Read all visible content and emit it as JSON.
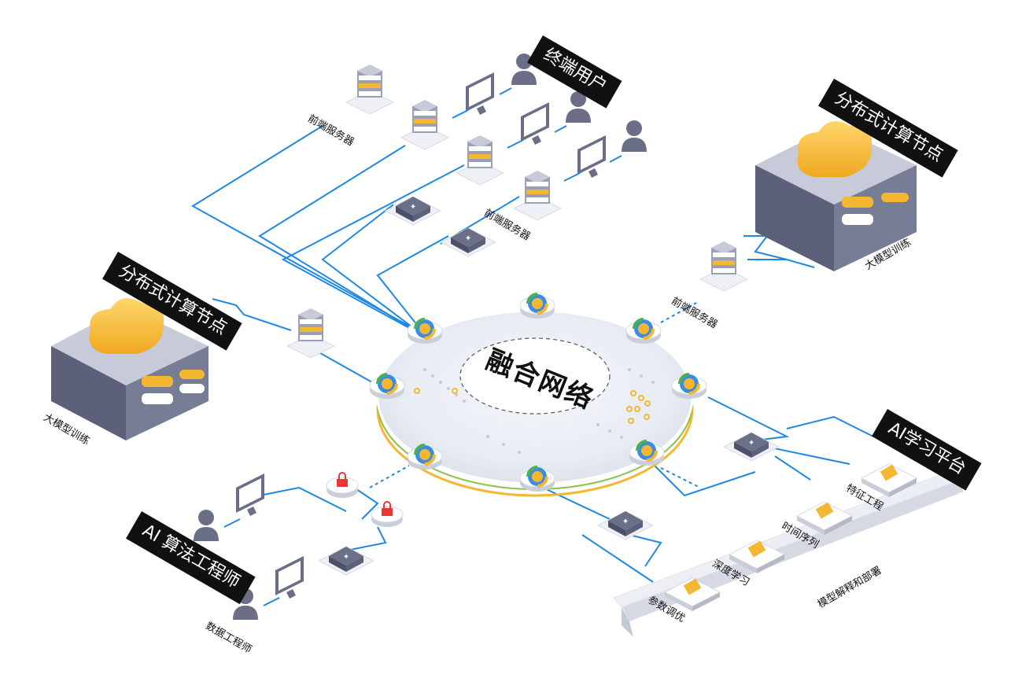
{
  "center": {
    "title": "融合网络"
  },
  "tags": {
    "end_users": "终端用户",
    "dist_compute_right": "分布式计算节点",
    "dist_compute_left": "分布式计算节点",
    "ai_platform": "AI学习平台",
    "ai_algo_engineer": "AI 算法工程师"
  },
  "labels": {
    "front_server_top": "前端服务器",
    "front_server_mid": "前端服务器",
    "front_server_right": "前端服务器",
    "llm_training_right": "大模型训练",
    "llm_training_left": "大模型训练",
    "data_engineer": "数据工程师",
    "feature_engineering": "特征工程",
    "time_series": "时间序列",
    "deep_learning": "深度学习",
    "param_tuning": "参数调优",
    "model_interp_deploy": "模型解释和部署"
  },
  "colors": {
    "link_blue": "#1e88e5",
    "accent_gold": "#f5b731",
    "server_gray": "#8b90a8",
    "tag_black": "#111111",
    "lock_red": "#e53935"
  }
}
